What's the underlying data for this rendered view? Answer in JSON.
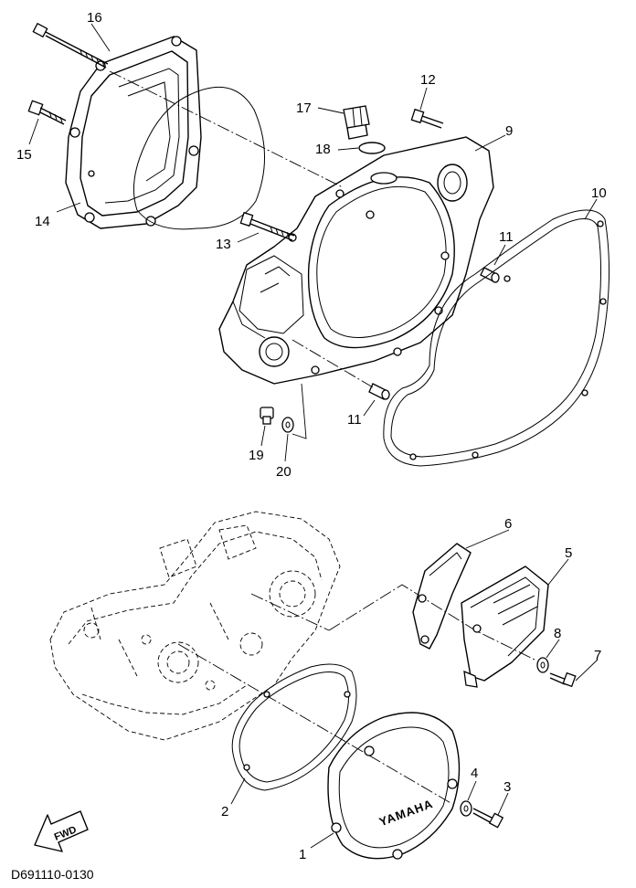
{
  "diagram_code": "D691110-0130",
  "fwd_label": "FWD",
  "brand_text": "YAMAHA",
  "callouts": {
    "c1": "1",
    "c2": "2",
    "c3": "3",
    "c4": "4",
    "c5": "5",
    "c6": "6",
    "c7": "7",
    "c8": "8",
    "c9": "9",
    "c10": "10",
    "c11a": "11",
    "c11b": "11",
    "c12": "12",
    "c13": "13",
    "c14": "14",
    "c15": "15",
    "c16": "16",
    "c17": "17",
    "c18": "18",
    "c19": "19",
    "c20": "20"
  },
  "colors": {
    "line": "#000000",
    "background": "#ffffff"
  },
  "icons": {
    "direction_arrow": "fwd-arrow-icon"
  }
}
